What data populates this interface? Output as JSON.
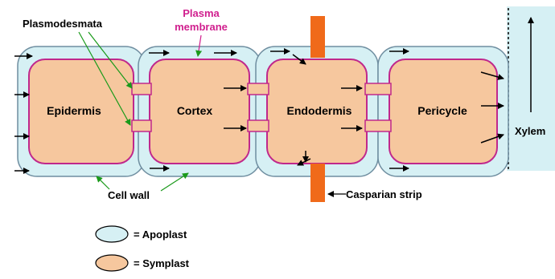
{
  "cells": [
    {
      "label": "Epidermis"
    },
    {
      "label": "Cortex"
    },
    {
      "label": "Endodermis"
    },
    {
      "label": "Pericycle"
    }
  ],
  "labels": {
    "plasmodesmata": "Plasmodesmata",
    "plasma_membrane_line1": "Plasma",
    "plasma_membrane_line2": "membrane",
    "cell_wall": "Cell wall",
    "casparian_strip": "Casparian strip",
    "xylem": "Xylem"
  },
  "legend": [
    {
      "label": "= Apoplast",
      "color": "#d6f0f4"
    },
    {
      "label": "= Symplast",
      "color": "#f6c79e"
    }
  ],
  "colors": {
    "apoplast": "#d6f0f4",
    "symplast": "#f6c79e",
    "wall_outline": "#6f8ea0",
    "plasma_membrane": "#c0288c",
    "casparian_strip": "#f06a1a",
    "plasma_label": "#d01f8e",
    "arrow": "#000000",
    "pointer_green": "#1a9a1a"
  }
}
